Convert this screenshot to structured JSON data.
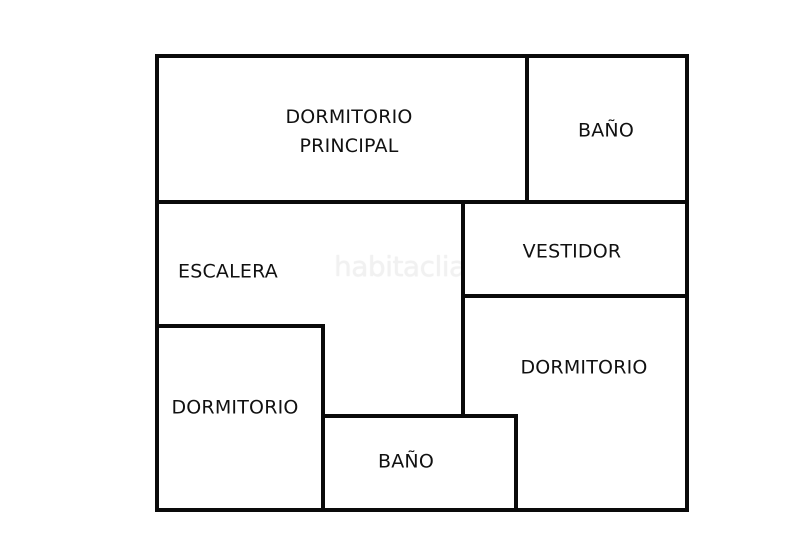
{
  "floorplan": {
    "rooms": [
      {
        "id": "master-bedroom",
        "label_line1": "DORMITORIO",
        "label_line2": "PRINCIPAL"
      },
      {
        "id": "bathroom-top",
        "label": "BAÑO"
      },
      {
        "id": "staircase",
        "label": "ESCALERA"
      },
      {
        "id": "dressing-room",
        "label": "VESTIDOR"
      },
      {
        "id": "bedroom-right",
        "label": "DORMITORIO"
      },
      {
        "id": "bedroom-left",
        "label": "DORMITORIO"
      },
      {
        "id": "bathroom-bottom",
        "label": "BAÑO"
      }
    ],
    "watermark": "habitaclia",
    "colors": {
      "wall": "#0a0a0a",
      "background": "#ffffff",
      "text": "#111111",
      "watermark": "#f1f1f1"
    }
  }
}
